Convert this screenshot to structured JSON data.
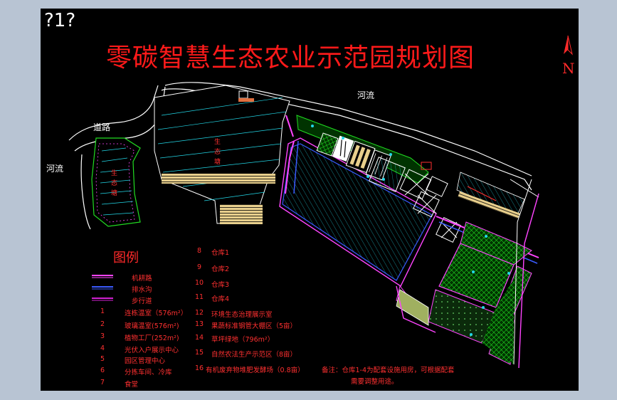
{
  "corner_text": "?1?",
  "title": "零碳智慧生态农业示范园规划图",
  "north": "N",
  "map_labels": {
    "river_top": "河流",
    "road": "道路",
    "river_left": "河流",
    "eco_left_1": "生",
    "eco_left_2": "态",
    "eco_left_3": "塘",
    "eco_center_1": "生",
    "eco_center_2": "态",
    "eco_center_3": "塘"
  },
  "legend": {
    "title": "图例",
    "line_items": [
      {
        "label": "机耕路",
        "color": "#ff44ff"
      },
      {
        "label": "排水沟",
        "color": "#3a5bff"
      },
      {
        "label": "步行道",
        "color": "#d020d0"
      }
    ],
    "items_left": [
      {
        "num": "1",
        "label": "连栋温室（576m²）"
      },
      {
        "num": "2",
        "label": "玻璃温室(576m²)"
      },
      {
        "num": "3",
        "label": "植物工厂(252m²)"
      },
      {
        "num": "4",
        "label": "光伏入户展示中心"
      },
      {
        "num": "5",
        "label": "园区管理中心"
      },
      {
        "num": "6",
        "label": "分拣车间、冷库"
      },
      {
        "num": "7",
        "label": "食堂"
      }
    ],
    "items_right": [
      {
        "num": "8",
        "label": "仓库1"
      },
      {
        "num": "9",
        "label": "仓库2"
      },
      {
        "num": "10",
        "label": "仓库3"
      },
      {
        "num": "11",
        "label": "仓库4"
      },
      {
        "num": "12",
        "label": "环境生态治理展示室"
      },
      {
        "num": "13",
        "label": "果蔬标准钢管大棚区（5亩）"
      },
      {
        "num": "14",
        "label": "草坪绿地（796m²）"
      },
      {
        "num": "15",
        "label": "自然农法生产示范区（8亩）"
      },
      {
        "num": "16",
        "label": "有机废弃物堆肥发酵场（0.8亩）"
      }
    ],
    "note_line1": "备注：仓库1-4为配套设施用房，可根据配套",
    "note_line2": "需要调整用途。"
  },
  "colors": {
    "background": "#000000",
    "frame": "#b8c4d3",
    "title": "#ff1a1a",
    "cyan": "#22d8e8",
    "green": "#22dd22",
    "magenta": "#ff44ff",
    "blue": "#3a5bff",
    "tan": "#e8cf8c",
    "white": "#ffffff"
  },
  "icons": [
    "north-arrow-icon",
    "building-icon"
  ]
}
